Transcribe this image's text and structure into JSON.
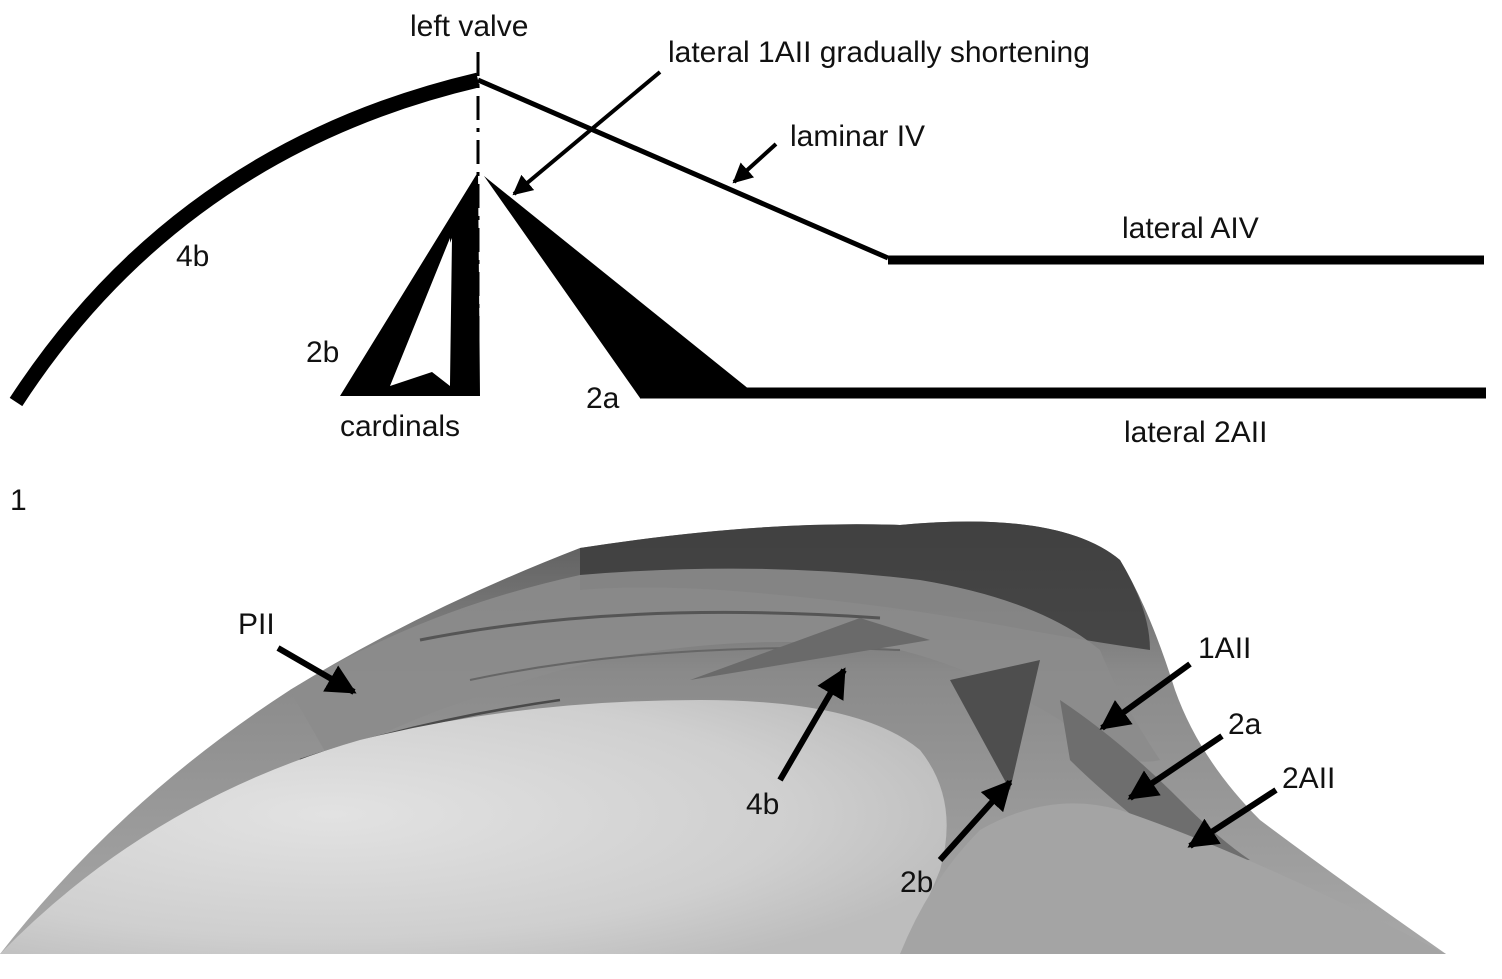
{
  "diagram": {
    "labels": {
      "left_valve": "left valve",
      "lateral_1aii": "lateral 1AII gradually shortening",
      "laminar_iv": "laminar IV",
      "lateral_aiv": "lateral AIV",
      "four_b": "4b",
      "two_b": "2b",
      "cardinals": "cardinals",
      "two_a": "2a",
      "lateral_2aii": "lateral 2AII"
    },
    "figure_number": "1"
  },
  "photo": {
    "labels": {
      "pii": "PII",
      "one_aii": "1AII",
      "two_a": "2a",
      "two_aii": "2AII",
      "four_b": "4b",
      "two_b": "2b"
    }
  },
  "colors": {
    "ink": "#111111",
    "photo_light": "#d2d2d2",
    "photo_mid": "#9a9a9a",
    "photo_dark": "#4a4a4a"
  }
}
